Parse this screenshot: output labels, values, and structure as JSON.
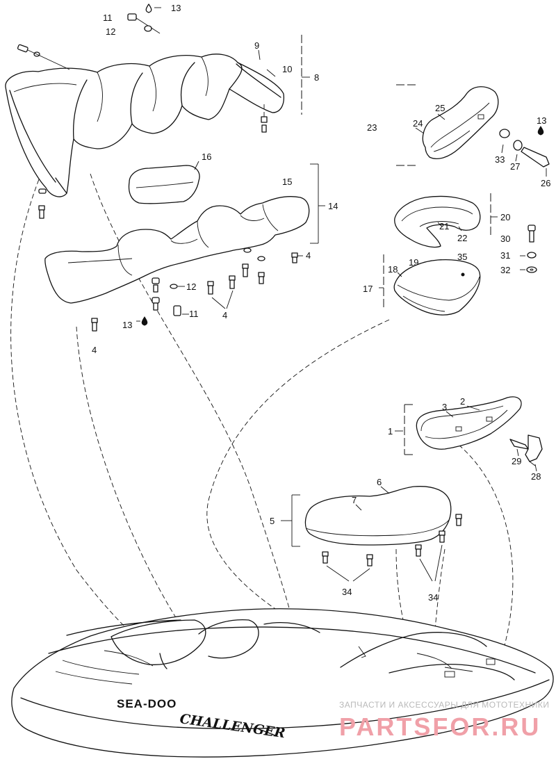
{
  "diagram": {
    "callouts": [
      {
        "id": "c11a",
        "text": "11"
      },
      {
        "id": "c12a",
        "text": "12"
      },
      {
        "id": "c13a",
        "text": "13"
      },
      {
        "id": "c9",
        "text": "9"
      },
      {
        "id": "c10",
        "text": "10"
      },
      {
        "id": "c8",
        "text": "8"
      },
      {
        "id": "c16",
        "text": "16"
      },
      {
        "id": "c15",
        "text": "15"
      },
      {
        "id": "c14",
        "text": "14"
      },
      {
        "id": "c4a",
        "text": "4"
      },
      {
        "id": "c12b",
        "text": "12"
      },
      {
        "id": "c11b",
        "text": "11"
      },
      {
        "id": "c13b",
        "text": "13"
      },
      {
        "id": "c4b",
        "text": "4"
      },
      {
        "id": "c4c",
        "text": "4"
      },
      {
        "id": "c23",
        "text": "23"
      },
      {
        "id": "c24",
        "text": "24"
      },
      {
        "id": "c25",
        "text": "25"
      },
      {
        "id": "c13c",
        "text": "13"
      },
      {
        "id": "c33",
        "text": "33"
      },
      {
        "id": "c27",
        "text": "27"
      },
      {
        "id": "c26",
        "text": "26"
      },
      {
        "id": "c20",
        "text": "20"
      },
      {
        "id": "c21",
        "text": "21"
      },
      {
        "id": "c22",
        "text": "22"
      },
      {
        "id": "c30",
        "text": "30"
      },
      {
        "id": "c31",
        "text": "31"
      },
      {
        "id": "c32",
        "text": "32"
      },
      {
        "id": "c17",
        "text": "17"
      },
      {
        "id": "c18",
        "text": "18"
      },
      {
        "id": "c19",
        "text": "19"
      },
      {
        "id": "c35",
        "text": "35"
      },
      {
        "id": "c1",
        "text": "1"
      },
      {
        "id": "c2",
        "text": "2"
      },
      {
        "id": "c3",
        "text": "3"
      },
      {
        "id": "c29",
        "text": "29"
      },
      {
        "id": "c28",
        "text": "28"
      },
      {
        "id": "c5",
        "text": "5"
      },
      {
        "id": "c6",
        "text": "6"
      },
      {
        "id": "c7",
        "text": "7"
      },
      {
        "id": "c34a",
        "text": "34"
      },
      {
        "id": "c34b",
        "text": "34"
      }
    ],
    "hull": {
      "brand": "SEA-DOO",
      "model": "CHALLENGER"
    },
    "watermark": {
      "caption": "ЗАПЧАСТИ И АКСЕССУАРЫ ДЛЯ МОТОТЕХНИКИ",
      "site": "PARTSFOR.RU"
    },
    "colors": {
      "line": "#111111",
      "background": "#ffffff",
      "watermark_text": "#f0a0a8",
      "watermark_caption": "#b9b9b9"
    }
  }
}
